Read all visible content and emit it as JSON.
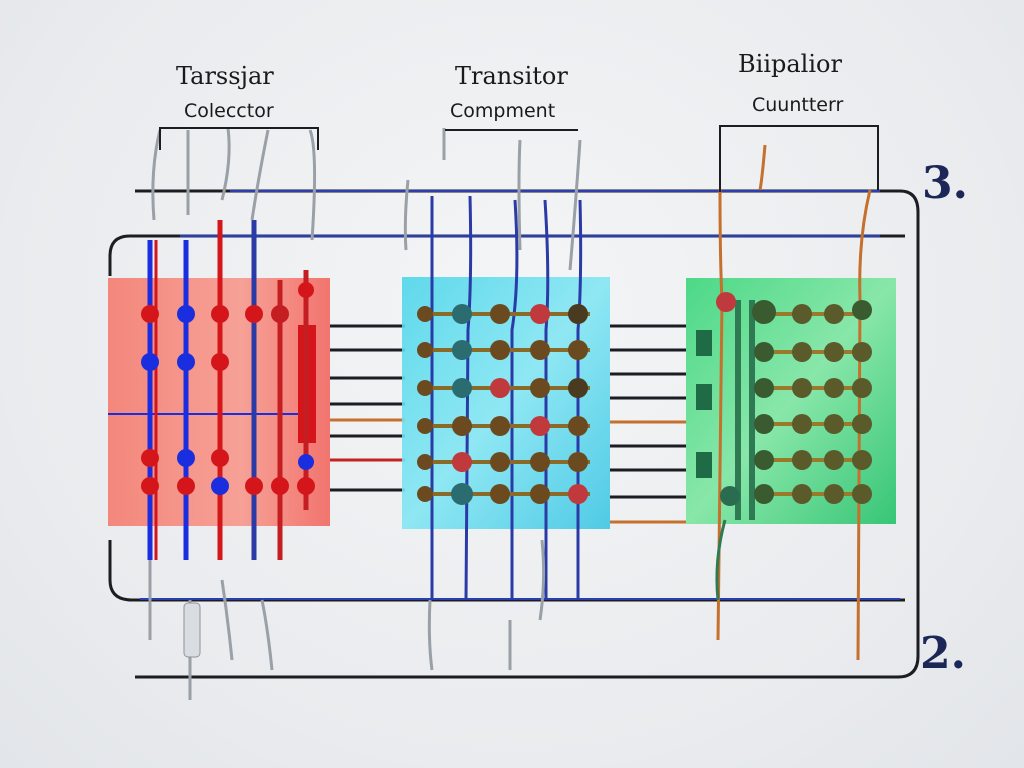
{
  "labels": {
    "left_title": "Tarssjar",
    "left_subtitle": "Colecctor",
    "center_title": "Transitor",
    "center_subtitle": "Compment",
    "right_title": "Biipalior",
    "right_subtitle": "Cuuntterr"
  },
  "markers": {
    "top": "3.",
    "bottom": "2."
  },
  "colors": {
    "left_board": "#f26a63",
    "center_board": "#4ad9ee",
    "right_board": "#3fd67e",
    "wire_red": "#d4161b",
    "wire_blue": "#1a2ee0",
    "bus_dark": "#1c1c22",
    "marker_navy": "#1c2757"
  }
}
